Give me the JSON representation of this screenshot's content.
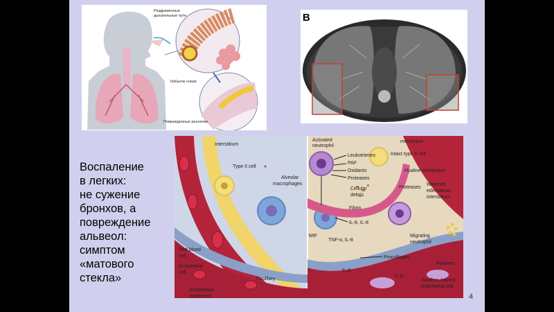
{
  "slide": {
    "caption": "Воспаление\nв легких:\nне сужение\nбронхов, а\nповреждение\nальвеол:\nсимптом\n«матового\nстекла»",
    "page_number": "4"
  },
  "panel_airway": {
    "label_irritated": "Раздраженные",
    "label_irritated_2": "дыхательные пути",
    "label_mucus": "Избыток слизи",
    "label_cilia": "Поврежденные реснички"
  },
  "panel_ct": {
    "letter": "B"
  },
  "panel_alveolus": {
    "labels": {
      "interstitium": "Interstitium",
      "type2": "Type II cell",
      "alveolar_1": "Alveolar",
      "alveolar_2": "macrophages",
      "activated_1": "Activated",
      "activated_2": "neutrophil",
      "membrane": "membrane",
      "intact": "Intact type II cell",
      "leukotrienes": "Leukotrienes",
      "paf": "PAF",
      "oxidants": "Oxidants",
      "proteases": "Proteases",
      "hyaline": "Hyaline membrane",
      "cellular_1": "Cellular",
      "cellular_2": "debris",
      "proteases_2": "Proteases",
      "widened_1": "Widened",
      "widened_2": "edematous",
      "widened_3": "interstitium",
      "fibrin": "Fibrin",
      "il8_il8": "IL-8, IL-8",
      "mif": "MIF",
      "tnf": "TNF-α, IL-8",
      "migrating_1": "Migrating",
      "migrating_2": "neutrophil",
      "red_1": "Red blood",
      "red_2": "cell",
      "endo_1": "Endothelial",
      "endo_2": "cell",
      "procollagen": "Procollagen",
      "il8": "IL-8",
      "il8_b": "IL-8",
      "platelets": "Platelets",
      "capillary": "Capillary",
      "swollen_1": "Swollen, injured",
      "swollen_2": "endothelial cell",
      "endo_base_1": "Endothelial",
      "endo_base_2": "basement"
    }
  }
}
